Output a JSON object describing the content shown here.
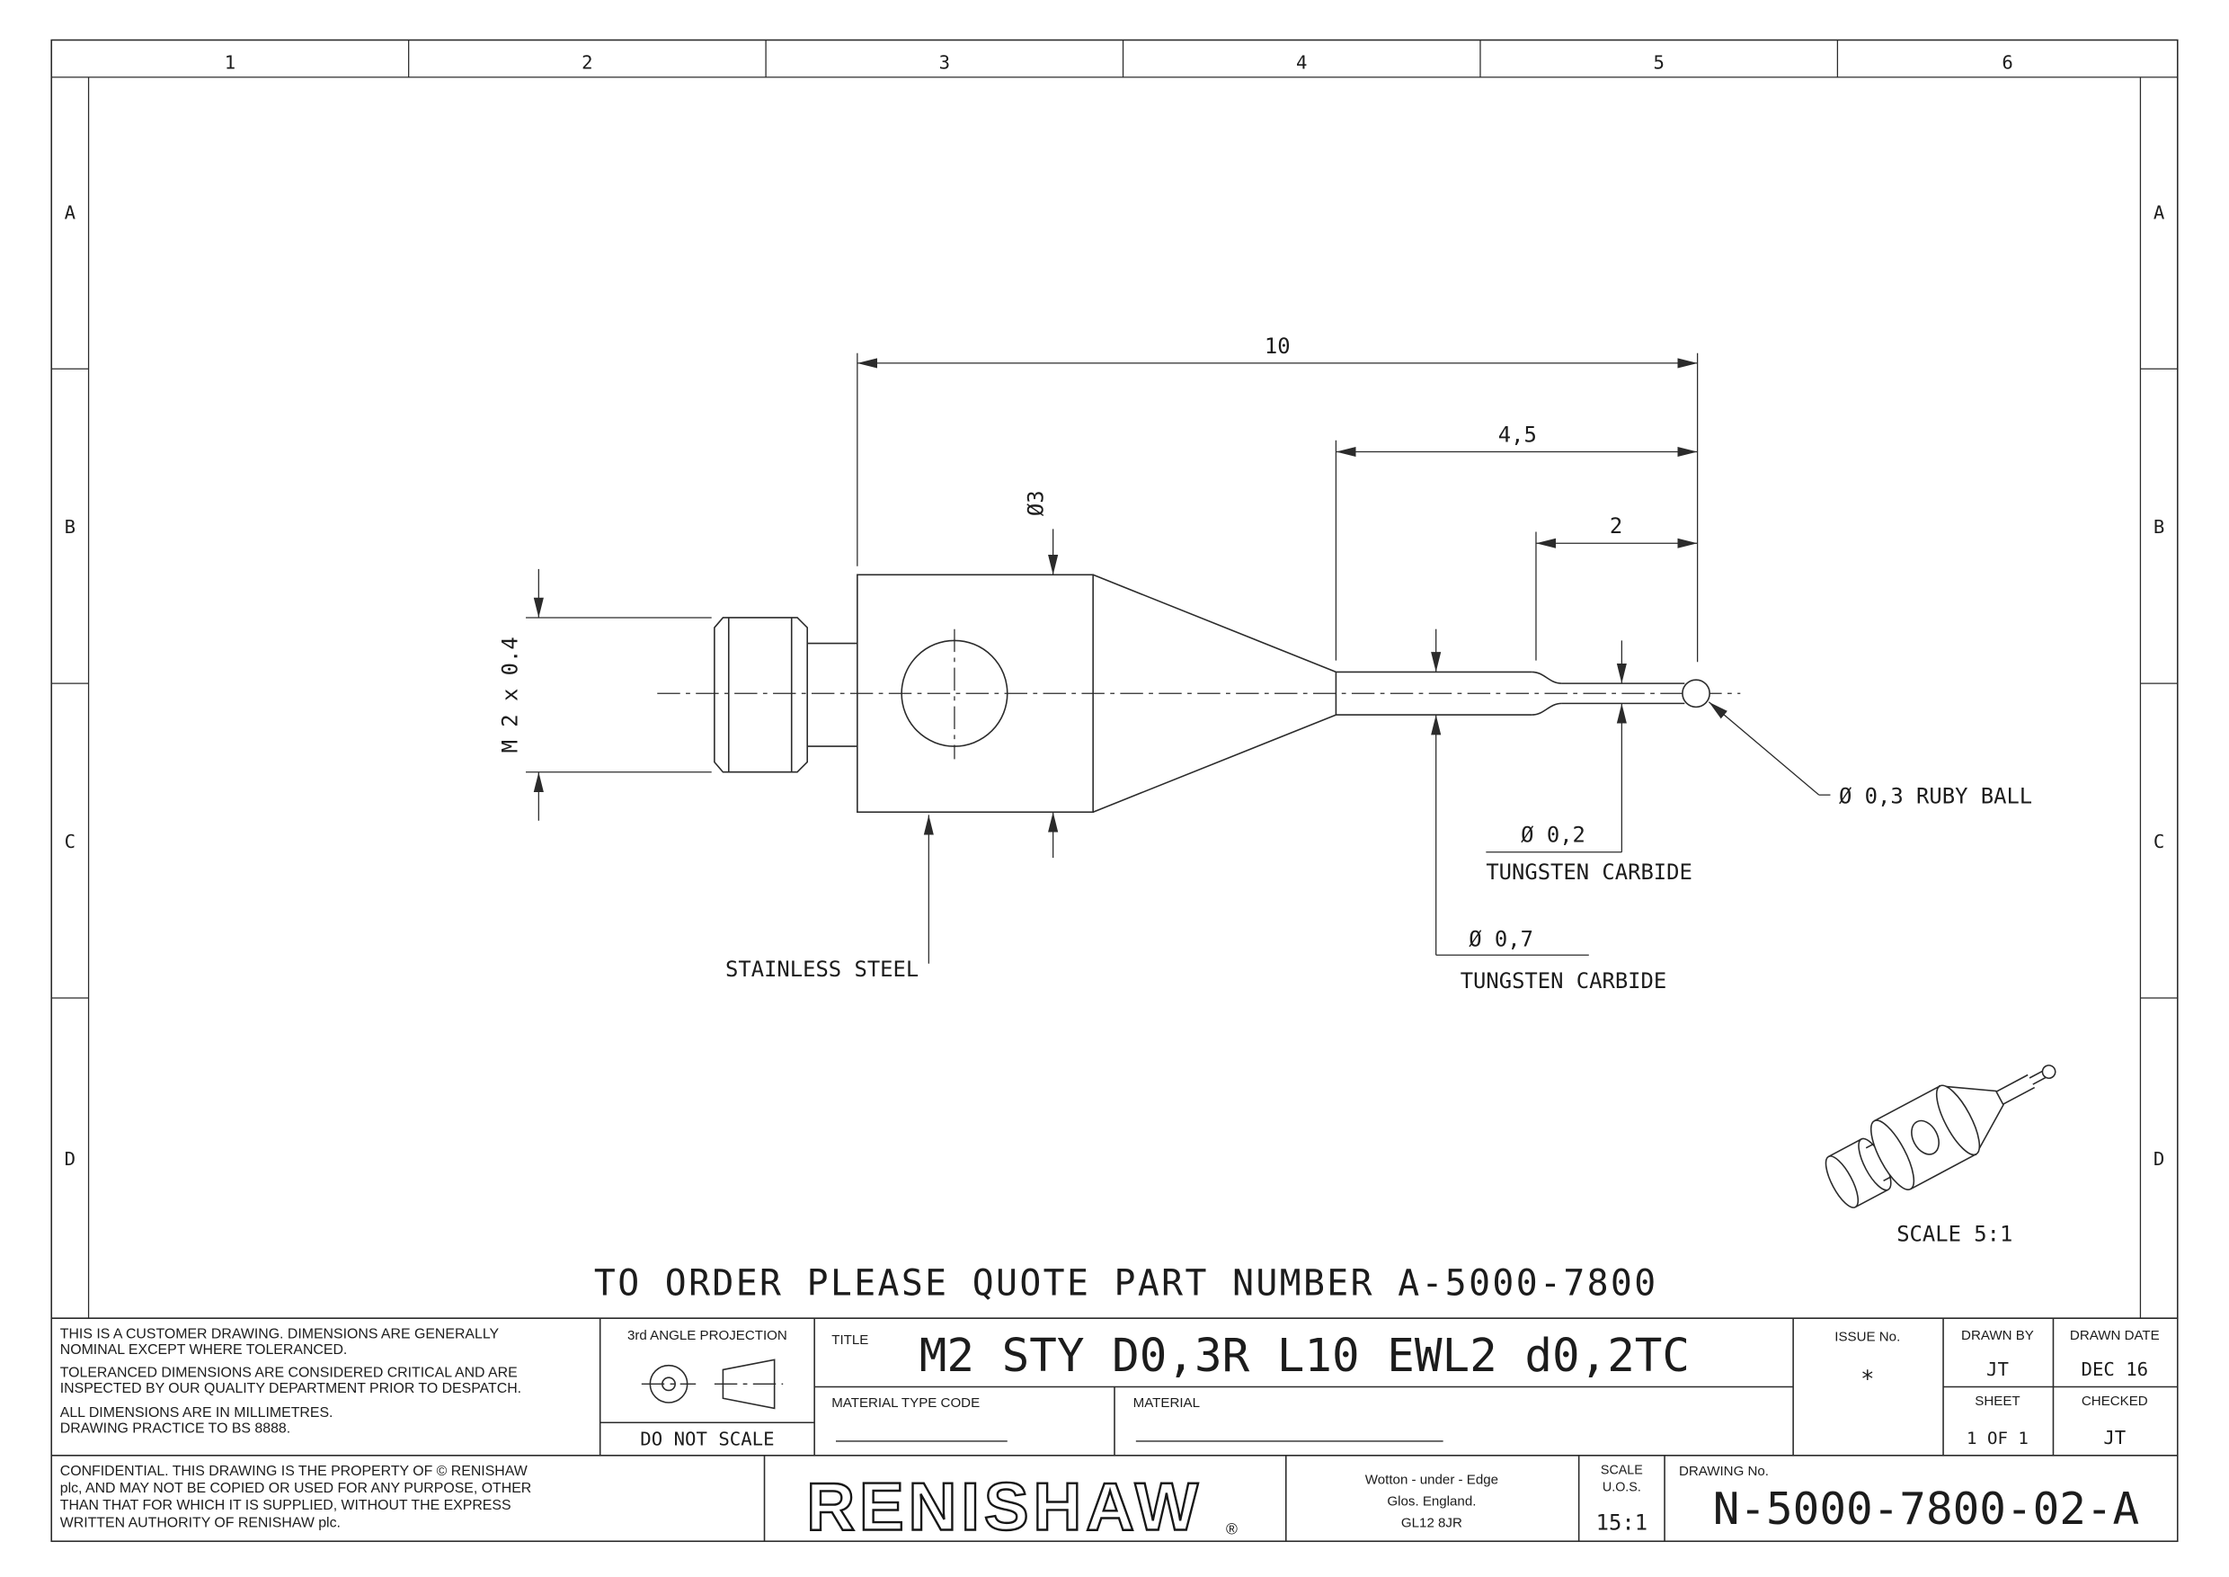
{
  "sheet": {
    "columns": [
      "1",
      "2",
      "3",
      "4",
      "5",
      "6"
    ],
    "rows": [
      "A",
      "B",
      "C",
      "D"
    ]
  },
  "drawing": {
    "dim_overall": "10",
    "dim_ewl": "4,5",
    "dim_tip": "2",
    "dim_body_dia": "Ø3",
    "dim_thread": "M 2 x 0.4",
    "label_ruby": "Ø 0,3 RUBY BALL",
    "label_tip_dia": "Ø 0,2",
    "label_tip_mat": "TUNGSTEN CARBIDE",
    "label_stem_dia": "Ø 0,7",
    "label_stem_mat": "TUNGSTEN CARBIDE",
    "label_body_mat": "STAINLESS STEEL",
    "iso_scale": "SCALE 5:1"
  },
  "order_note": "TO ORDER PLEASE QUOTE PART NUMBER A-5000-7800",
  "title_block": {
    "disclaimer": [
      "THIS IS A CUSTOMER DRAWING. DIMENSIONS ARE GENERALLY",
      "NOMINAL EXCEPT WHERE TOLERANCED.",
      "TOLERANCED DIMENSIONS ARE CONSIDERED CRITICAL AND ARE",
      "INSPECTED BY OUR QUALITY DEPARTMENT PRIOR TO DESPATCH.",
      "ALL DIMENSIONS ARE IN MILLIMETRES.",
      "DRAWING PRACTICE TO BS 8888."
    ],
    "projection_label": "3rd ANGLE PROJECTION",
    "do_not_scale": "DO NOT SCALE",
    "title_label": "TITLE",
    "title": "M2 STY D0,3R L10 EWL2 d0,2TC",
    "material_type_code_label": "MATERIAL TYPE CODE",
    "material_label": "MATERIAL",
    "issue_label": "ISSUE No.",
    "issue_value": "*",
    "drawn_by_label": "DRAWN BY",
    "drawn_by_value": "JT",
    "drawn_date_label": "DRAWN DATE",
    "drawn_date_value": "DEC 16",
    "sheet_label": "SHEET",
    "sheet_value": "1 OF 1",
    "checked_label": "CHECKED",
    "checked_value": "JT",
    "confidential": [
      "CONFIDENTIAL. THIS DRAWING IS THE PROPERTY OF © RENISHAW",
      "plc, AND MAY NOT BE COPIED OR USED FOR ANY PURPOSE, OTHER",
      "THAN THAT FOR WHICH IT IS SUPPLIED, WITHOUT THE EXPRESS",
      "WRITTEN AUTHORITY OF RENISHAW plc."
    ],
    "logo": "RENISHAW",
    "logo_reg": "®",
    "address": [
      "Wotton - under - Edge",
      "Glos. England.",
      "GL12 8JR"
    ],
    "scale_label": "SCALE",
    "uos_label": "U.O.S.",
    "scale_value": "15:1",
    "drawing_no_label": "DRAWING No.",
    "drawing_no": "N-5000-7800-02-A"
  }
}
